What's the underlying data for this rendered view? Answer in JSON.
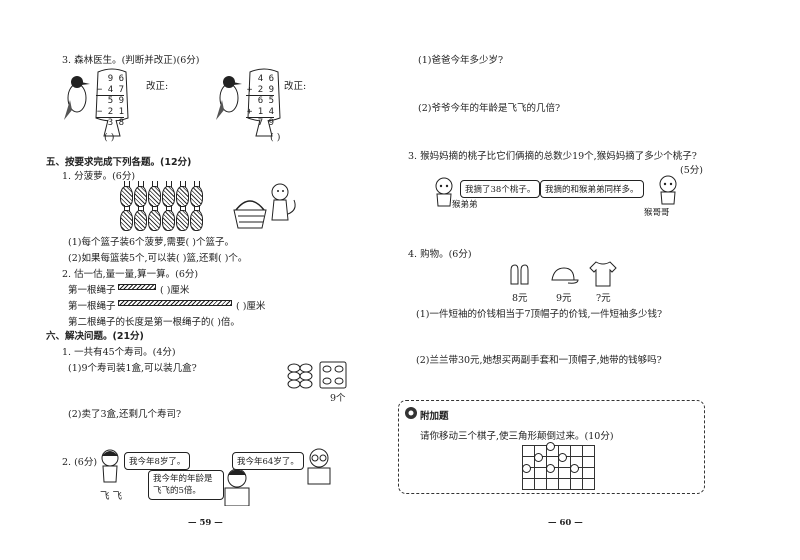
{
  "left": {
    "q3_title": "3. 森林医生。(判断并改正)(6分)",
    "calc1": [
      "9 6",
      "− 4 7",
      "5 9",
      "− 2 1",
      "3 8"
    ],
    "calc2": [
      "4 6",
      "+ 2 9",
      "6 5",
      "+ 1 4",
      "7 9"
    ],
    "correct_label": "改正:",
    "judge_paren": "(    )",
    "s5_title": "五、按要求完成下列各题。(12分)",
    "q1_title": "1. 分菠萝。(6分)",
    "q1_a": "(1)每个篮子装6个菠萝,需要(        )个篮子。",
    "q1_b": "(2)如果每篮装5个,可以装(        )篮,还剩(        )个。",
    "q2_title": "2. 估一估,量一量,算一算。(6分)",
    "rope1": "第一根绳子",
    "rope1_unit": "(    )厘米",
    "rope2": "第一根绳子",
    "rope2_unit": "(    )厘米",
    "rope_question": "第二根绳子的长度是第一根绳子的(      )倍。",
    "s6_title": "六、解决问题。(21分)",
    "p1_title": "1. 一共有45个寿司。(4分)",
    "p1_a": "(1)9个寿司装1盒,可以装几盒?",
    "p1_b": "(2)卖了3盒,还剩几个寿司?",
    "sushi_label": "9个",
    "p2_title": "2. (6分)",
    "bubble_feifei": "我今年8岁了。",
    "bubble_grandpa": "我今年64岁了。",
    "bubble_dad": "我今年的年龄是飞飞的5倍。",
    "name_feifei": "飞 飞",
    "page_number": "— 59 —"
  },
  "right": {
    "r1": "(1)爸爸今年多少岁?",
    "r2": "(2)爷爷今年的年龄是飞飞的几倍?",
    "q3": "3. 猴妈妈摘的桃子比它们俩摘的总数少19个,猴妈妈摘了多少个桃子?",
    "q3_score": "(5分)",
    "bubble_brother": "我摘了38个桃子。",
    "bubble_sister": "我摘的和猴弟弟同样多。",
    "name_brother": "猴弟弟",
    "name_sister": "猴哥哥",
    "q4": "4. 购物。(6分)",
    "price_gloves": "8元",
    "price_cap": "9元",
    "price_shirt": "?元",
    "q4_a": "(1)一件短袖的价钱相当于7顶帽子的价钱,一件短袖多少钱?",
    "q4_b": "(2)兰兰带30元,她想买两副手套和一顶帽子,她带的钱够吗?",
    "bonus_title": "附加题",
    "bonus_text": "请你移动三个棋子,使三角形颠倒过来。(10分)",
    "page_number": "— 60 —"
  }
}
